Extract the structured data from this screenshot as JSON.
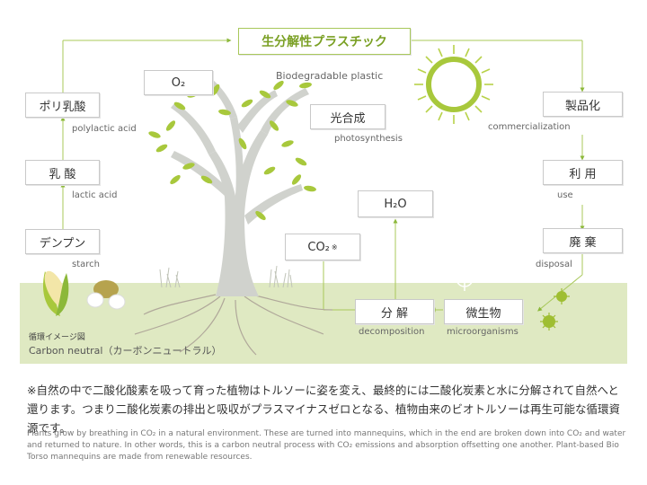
{
  "title": "生分解性プラスチック",
  "subtitle_en": "Biodegradable plastic",
  "left_chain": [
    {
      "jp": "ポリ乳酸",
      "en": "polylactic acid"
    },
    {
      "jp": "乳 酸",
      "en": "lactic acid"
    },
    {
      "jp": "デンプン",
      "en": "starch"
    }
  ],
  "right_chain": [
    {
      "jp": "製品化",
      "en": "commercialization"
    },
    {
      "jp": "利 用",
      "en": "use"
    },
    {
      "jp": "廃 棄",
      "en": "disposal"
    }
  ],
  "o2": "O₂",
  "photosynthesis": {
    "jp": "光合成",
    "en": "photosynthesis"
  },
  "h2o": "H₂O",
  "co2": "CO₂",
  "co2_mark": "※",
  "decomposition": {
    "jp": "分 解",
    "en": "decomposition"
  },
  "microorganisms": {
    "jp": "微生物",
    "en": "microorganisms"
  },
  "legend": {
    "small": "循環イメージ図",
    "main": "Carbon neutral（カーボンニュートラル）"
  },
  "note_jp": "※自然の中で二酸化酸素を吸って育った植物はトルソーに姿を変え、最終的には二酸化炭素と水に分解されて自然へと還ります。つまり二酸化炭素の排出と吸収がプラスマイナスゼロとなる、植物由来のビオトルソーは再生可能な循環資源です。",
  "note_en": "Plants grow by breathing in CO₂ in a natural environment. These are turned into mannequins, which in the end are broken down into CO₂ and water and returned to nature. In other words, this is a carbon neutral process with CO₂ emissions and absorption offsetting one another. Plant-based Bio Torso mannequins are made from renewable resources.",
  "colors": {
    "accent": "#8cb83a",
    "ground": "#dfe9c2",
    "tree": "#cfd1cc",
    "line": "#a8c85a"
  },
  "icons": [
    "sun-icon",
    "tree-icon",
    "corn-icon",
    "potato-icon",
    "microbe-icon"
  ]
}
